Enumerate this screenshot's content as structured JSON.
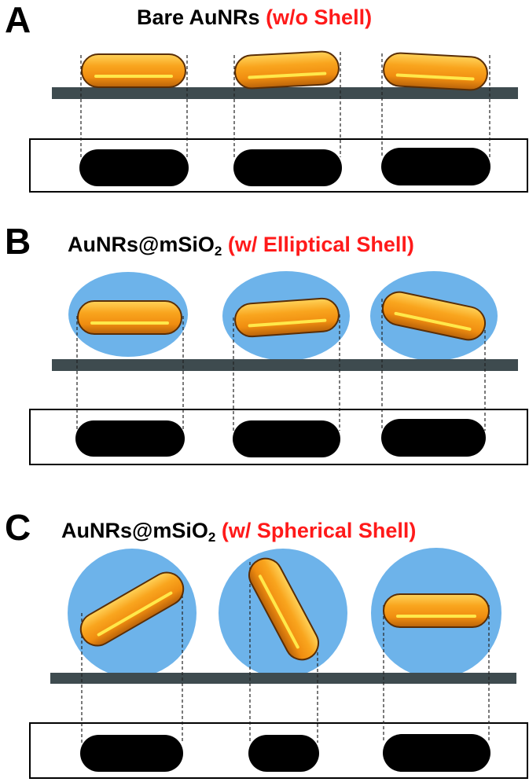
{
  "colors": {
    "gold_light": "#ffe16a",
    "gold_mid": "#f7a21b",
    "gold_dark": "#a8560a",
    "shell_blue": "#6db3ea",
    "substrate": "#3e4b4f",
    "projection": "#000000",
    "highlight": "#ffe84a",
    "red_text": "#ff1a1a"
  },
  "panels": [
    {
      "letter": "A",
      "title_main": "Bare AuNRs",
      "title_main_sub": "",
      "title_suffix": "",
      "title_red": "(w/o Shell)",
      "shell": "none",
      "particles": [
        {
          "rod_angle_deg": 0,
          "shell": "none"
        },
        {
          "rod_angle_deg": -3,
          "shell": "none"
        },
        {
          "rod_angle_deg": 3,
          "shell": "none"
        }
      ]
    },
    {
      "letter": "B",
      "title_main": "AuNRs@mSiO",
      "title_main_sub": "2",
      "title_suffix": "",
      "title_red": "(w/ Elliptical Shell)",
      "shell": "elliptical",
      "particles": [
        {
          "rod_angle_deg": 0,
          "shell": "ellipse"
        },
        {
          "rod_angle_deg": -4,
          "shell": "ellipse"
        },
        {
          "rod_angle_deg": 12,
          "shell": "ellipse"
        }
      ]
    },
    {
      "letter": "C",
      "title_main": "AuNRs@mSiO",
      "title_main_sub": "2",
      "title_suffix": "",
      "title_red": "(w/ Spherical Shell)",
      "shell": "spherical",
      "particles": [
        {
          "rod_angle_deg": -30,
          "shell": "sphere"
        },
        {
          "rod_angle_deg": 62,
          "shell": "sphere"
        },
        {
          "rod_angle_deg": 0,
          "shell": "sphere"
        }
      ]
    }
  ]
}
